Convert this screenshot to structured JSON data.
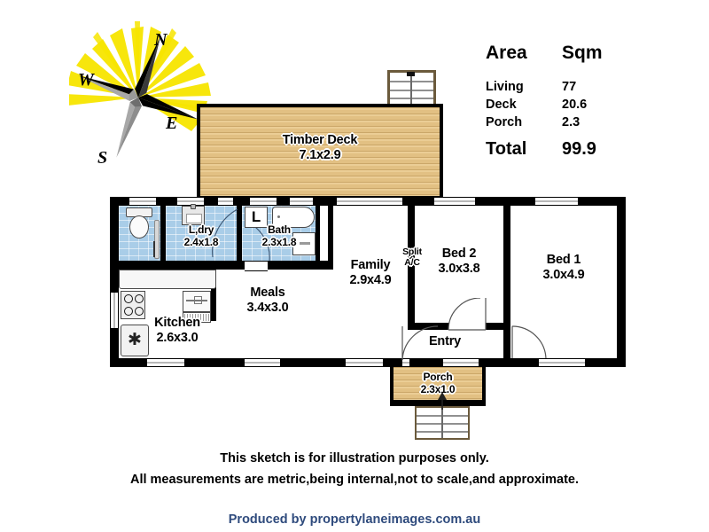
{
  "document": {
    "type": "real-estate-floor-plan"
  },
  "compass": {
    "name": "compass-rose",
    "north": "N",
    "east": "E",
    "south": "S",
    "west": "W",
    "ray_color": "#f5e400",
    "dark_color": "#000000",
    "light_color": "#a6a6a6"
  },
  "area_table": {
    "header": {
      "label": "Area",
      "unit": "Sqm"
    },
    "rows": [
      {
        "label": "Living",
        "value": "77"
      },
      {
        "label": "Deck",
        "value": "20.6"
      },
      {
        "label": "Porch",
        "value": "2.3"
      }
    ],
    "total": {
      "label": "Total",
      "value": "99.9"
    }
  },
  "rooms": [
    {
      "key": "timber_deck",
      "name": "Timber Deck",
      "dims": "7.1x2.9",
      "fill": "wood"
    },
    {
      "key": "laundry",
      "name": "L,dry",
      "dims": "2.4x1.8",
      "fill": "tile"
    },
    {
      "key": "bath",
      "name": "Bath",
      "dims": "2.3x1.8",
      "fill": "tile"
    },
    {
      "key": "kitchen",
      "name": "Kitchen",
      "dims": "2.6x3.0",
      "fill": "white"
    },
    {
      "key": "meals",
      "name": "Meals",
      "dims": "3.4x3.0",
      "fill": "white"
    },
    {
      "key": "family",
      "name": "Family",
      "dims": "2.9x4.9",
      "fill": "white"
    },
    {
      "key": "bed2",
      "name": "Bed 2",
      "dims": "3.0x3.8",
      "fill": "white"
    },
    {
      "key": "bed1",
      "name": "Bed 1",
      "dims": "3.0x4.9",
      "fill": "white"
    },
    {
      "key": "porch",
      "name": "Porch",
      "dims": "2.3x1.0",
      "fill": "wood"
    }
  ],
  "markers": {
    "linen_closet": "L",
    "split_ac_line1": "Split",
    "split_ac_line2": "A/C",
    "entry": "Entry"
  },
  "footer": {
    "line1": "This sketch is for illustration purposes only.",
    "line2": "All measurements are metric,being internal,not to scale,and approximate.",
    "credit": "Produced by propertylaneimages.com.au",
    "credit_color": "#2f4b7d"
  },
  "colors": {
    "wall": "#000000",
    "wood_deck": "#e2c083",
    "tile_floor": "#a9cde8",
    "background": "#ffffff",
    "text": "#000000"
  }
}
